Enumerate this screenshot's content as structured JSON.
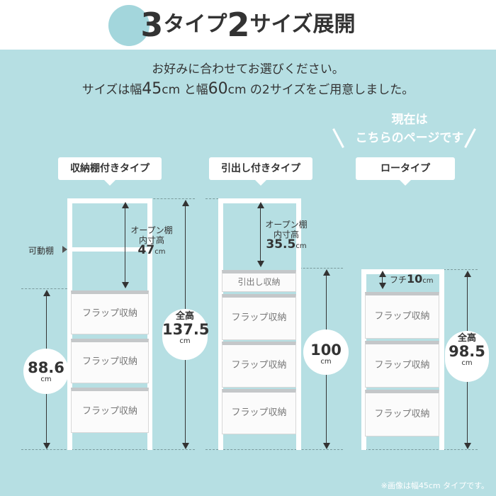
{
  "header": {
    "title_part1": "3",
    "title_part2": "タイプ",
    "title_part3": "2",
    "title_part4": "サイズ展開"
  },
  "intro": {
    "line1": "お好みに合わせてお選びください。",
    "line2_a": "サイズは幅",
    "line2_b": "45",
    "line2_c": "cm と幅",
    "line2_d": "60",
    "line2_e": "cm の2サイズをご用意しました。"
  },
  "current_page_note": {
    "line1": "現在は",
    "line2": "こちらのページです"
  },
  "types": [
    {
      "label": "収納棚付きタイプ",
      "adjustable_shelf_label": "可動棚",
      "open_shelf": {
        "label_line1": "オープン棚",
        "label_line2": "内寸高",
        "value": "47",
        "unit": "cm"
      },
      "overall": {
        "label": "全高",
        "value": "137.5",
        "unit": "cm"
      },
      "lower": {
        "value": "88.6",
        "unit": "cm"
      },
      "drawers": [
        "フラップ収納",
        "フラップ収納",
        "フラップ収納"
      ]
    },
    {
      "label": "引出し付きタイプ",
      "open_shelf": {
        "label_line1": "オープン棚",
        "label_line2": "内寸高",
        "value": "35.5",
        "unit": "cm"
      },
      "top_drawer": "引出し収納",
      "lower": {
        "value": "100",
        "unit": "cm"
      },
      "drawers": [
        "フラップ収納",
        "フラップ収納",
        "フラップ収納"
      ]
    },
    {
      "label": "ロータイプ",
      "rim": {
        "label": "フチ",
        "value": "10",
        "unit": "cm"
      },
      "overall": {
        "label": "全高",
        "value": "98.5",
        "unit": "cm"
      },
      "drawers": [
        "フラップ収納",
        "フラップ収納",
        "フラップ収納"
      ]
    }
  ],
  "footer_note": "※画像は幅45cm タイプです。"
}
